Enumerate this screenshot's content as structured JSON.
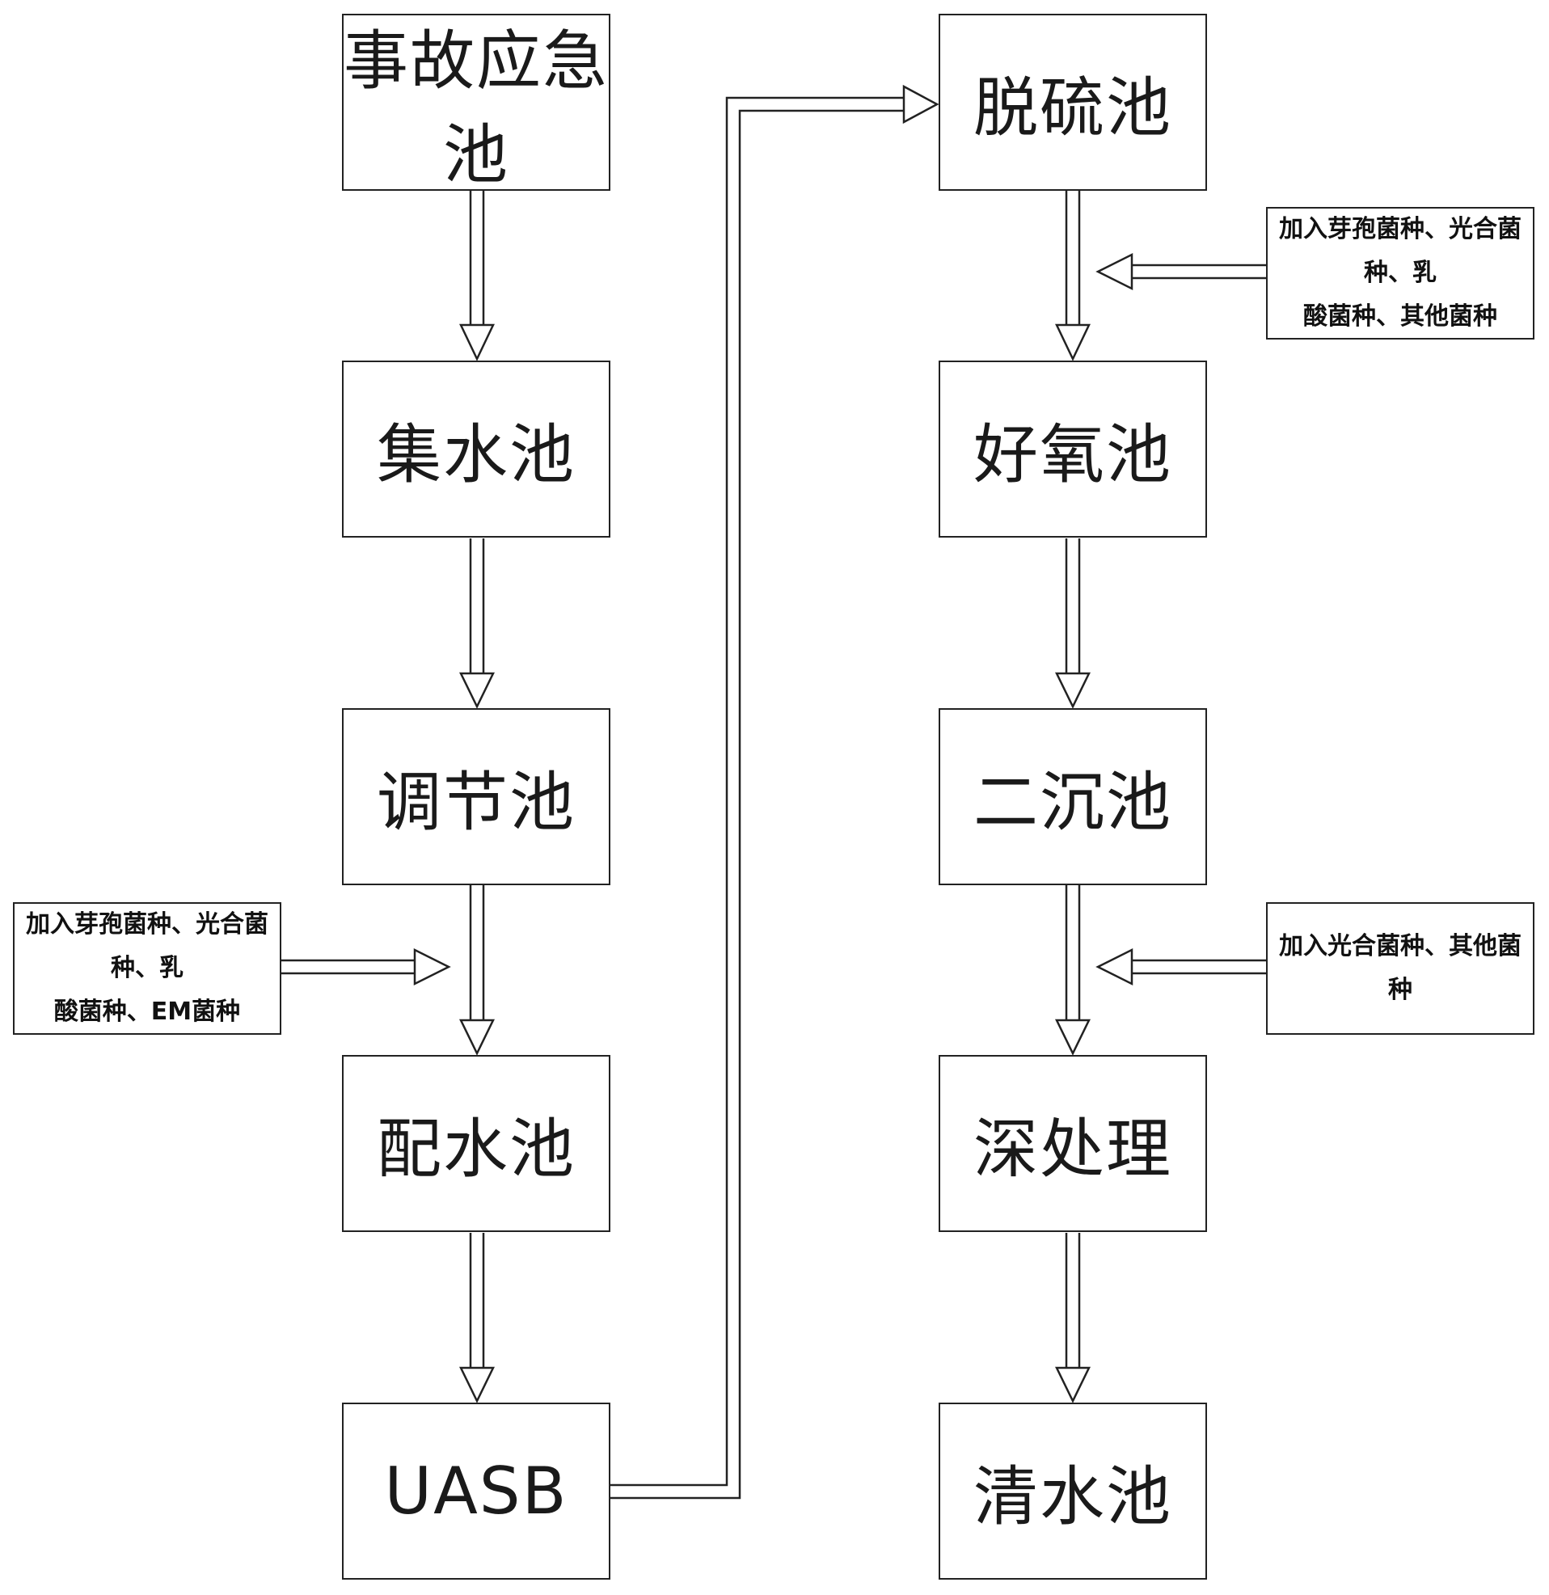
{
  "nodes": {
    "emergency": "事故应急池",
    "collection": "集水池",
    "regulating": "调节池",
    "distribution": "配水池",
    "uasb": "UASB",
    "desulfurization": "脱硫池",
    "aerobic": "好氧池",
    "secondary_sedimentation": "二沉池",
    "deep_treatment": "深处理",
    "clear_water": "清水池"
  },
  "notes": {
    "left_dosing": {
      "line1": "加入芽孢菌种、光合菌种、乳",
      "line2": "酸菌种、EM菌种"
    },
    "right_dosing_top": {
      "line1": "加入芽孢菌种、光合菌种、乳",
      "line2": "酸菌种、其他菌种"
    },
    "right_dosing_bottom": {
      "line1": "加入光合菌种、其他菌种"
    }
  },
  "colors": {
    "stroke": "#222222",
    "background": "#ffffff"
  }
}
